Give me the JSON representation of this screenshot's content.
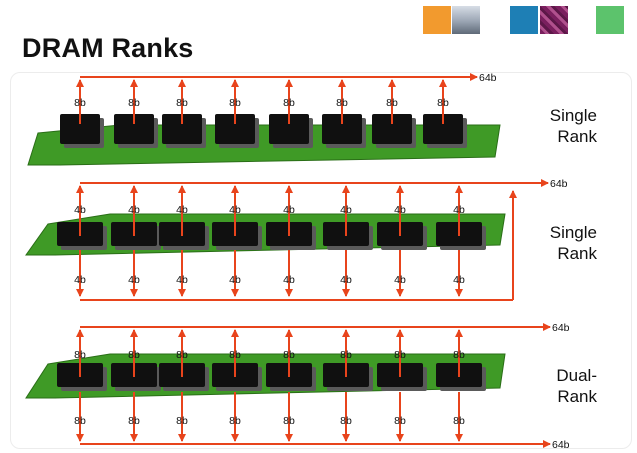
{
  "title": "DRAM Ranks",
  "colors": {
    "arrow": "#e8441c",
    "pcb": "#3f9a26",
    "pcb_dark": "#2a6e17",
    "chip": "#101010",
    "chip_shadow": "#5a5a5a"
  },
  "header_squares": [
    {
      "name": "orange-square",
      "color": "#f29a2e"
    },
    {
      "name": "photo-square-1",
      "color": "#b9c4d2"
    },
    {
      "name": "blue-square",
      "color": "#1e7fb5"
    },
    {
      "name": "photo-square-2",
      "color": "#8a2a6a"
    },
    {
      "name": "green-square",
      "color": "#5cc36c"
    }
  ],
  "modules": [
    {
      "label_line1": "Single",
      "label_line2": "Rank",
      "top_bus": "64b",
      "top_chip_label": "8b",
      "bottom_chip_label": "",
      "bottom_bus": ""
    },
    {
      "label_line1": "Single",
      "label_line2": "Rank",
      "top_bus": "64b",
      "top_chip_label": "4b",
      "bottom_chip_label": "4b",
      "bottom_bus": ""
    },
    {
      "label_line1": "Dual-",
      "label_line2": "Rank",
      "top_bus": "64b",
      "top_chip_label": "8b",
      "bottom_chip_label": "8b",
      "bottom_bus": "64b"
    }
  ]
}
